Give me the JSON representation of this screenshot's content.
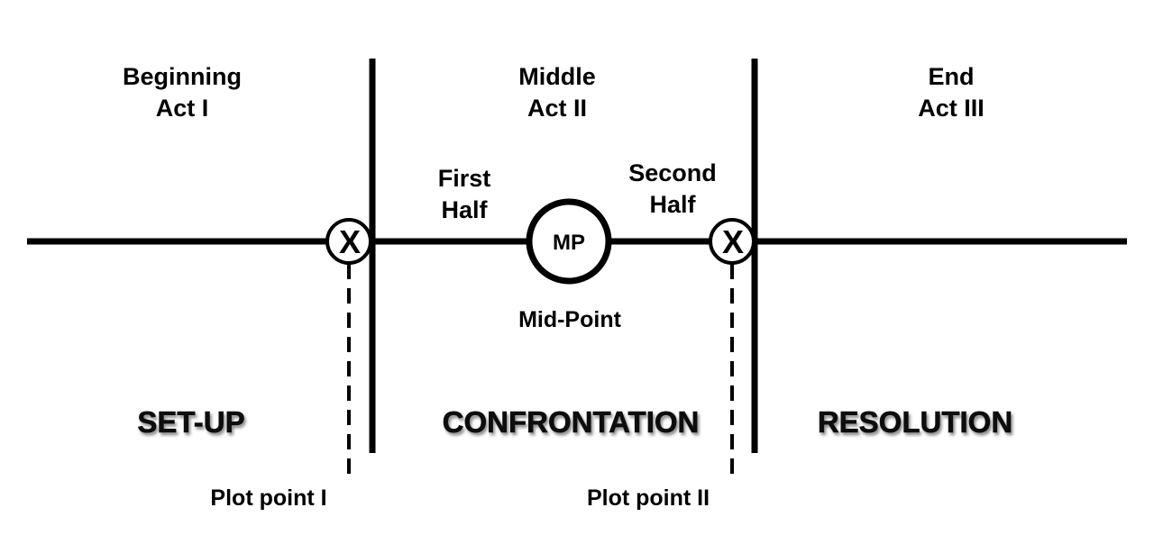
{
  "acts": [
    {
      "position": "Beginning",
      "act": "Act I"
    },
    {
      "position": "Middle",
      "act": "Act II"
    },
    {
      "position": "End",
      "act": "Act III"
    }
  ],
  "sections": [
    "SET-UP",
    "CONFRONTATION",
    "RESOLUTION"
  ],
  "halves": {
    "first": [
      "First",
      "Half"
    ],
    "second": [
      "Second",
      "Half"
    ]
  },
  "midpoint": {
    "marker": "MP",
    "label": "Mid-Point"
  },
  "plot_points": [
    {
      "marker": "X",
      "label": "Plot point I"
    },
    {
      "marker": "X",
      "label": "Plot point II"
    }
  ]
}
